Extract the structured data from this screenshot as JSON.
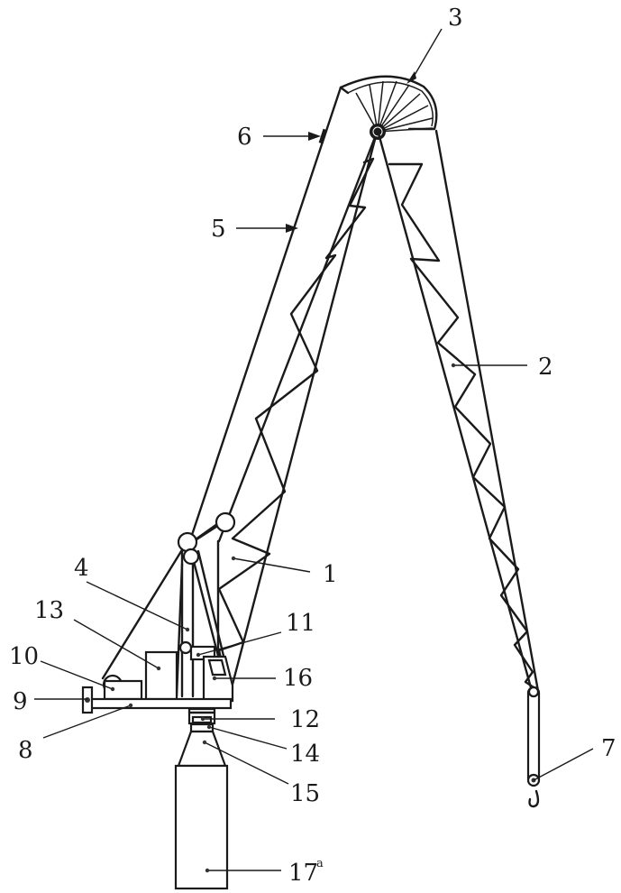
{
  "diagram": {
    "labels": [
      {
        "id": "1",
        "text": "1"
      },
      {
        "id": "2",
        "text": "2"
      },
      {
        "id": "3",
        "text": "3"
      },
      {
        "id": "4",
        "text": "4"
      },
      {
        "id": "5",
        "text": "5"
      },
      {
        "id": "6",
        "text": "6"
      },
      {
        "id": "7",
        "text": "7"
      },
      {
        "id": "8",
        "text": "8"
      },
      {
        "id": "9",
        "text": "9"
      },
      {
        "id": "10",
        "text": "10"
      },
      {
        "id": "11",
        "text": "11"
      },
      {
        "id": "12",
        "text": "12"
      },
      {
        "id": "13",
        "text": "13"
      },
      {
        "id": "14",
        "text": "14"
      },
      {
        "id": "15",
        "text": "15"
      },
      {
        "id": "16",
        "text": "16"
      },
      {
        "id": "17",
        "text": "17",
        "superscript": "a"
      }
    ]
  }
}
